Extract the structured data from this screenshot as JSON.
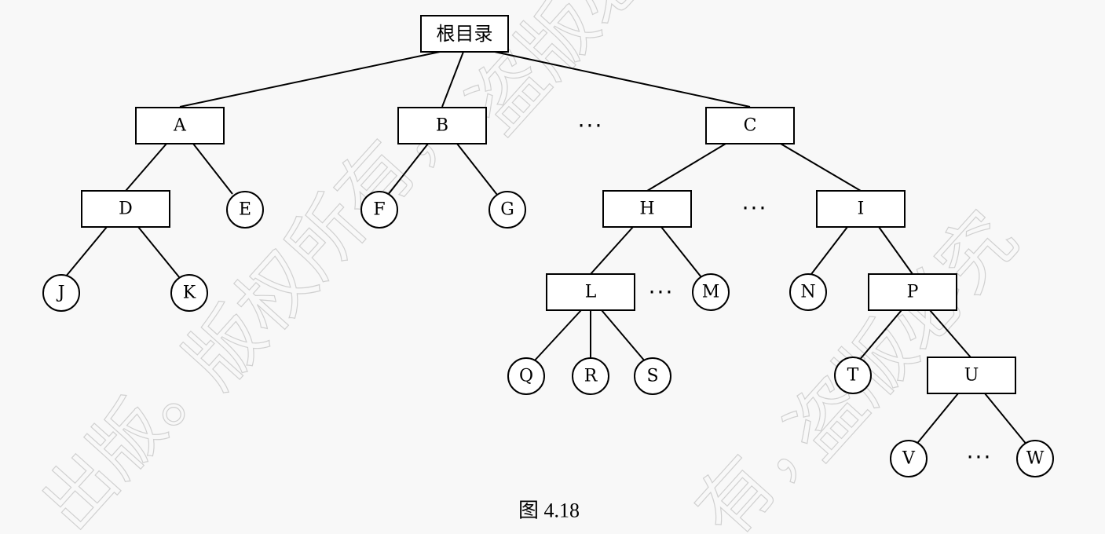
{
  "diagram": {
    "root_label": "根目录",
    "nodes": {
      "A": "A",
      "B": "B",
      "C": "C",
      "D": "D",
      "E": "E",
      "F": "F",
      "G": "G",
      "H": "H",
      "I": "I",
      "J": "J",
      "K": "K",
      "L": "L",
      "M": "M",
      "N": "N",
      "P": "P",
      "Q": "Q",
      "R": "R",
      "S": "S",
      "T": "T",
      "U": "U",
      "V": "V",
      "W": "W"
    },
    "ellipsis": "···",
    "caption": "图 4.18"
  },
  "watermark": {
    "text_1": "出版。",
    "text_2": "版权所有，",
    "text_3": "盗版必究",
    "text_4": "盗版必究",
    "text_5": "有，"
  }
}
